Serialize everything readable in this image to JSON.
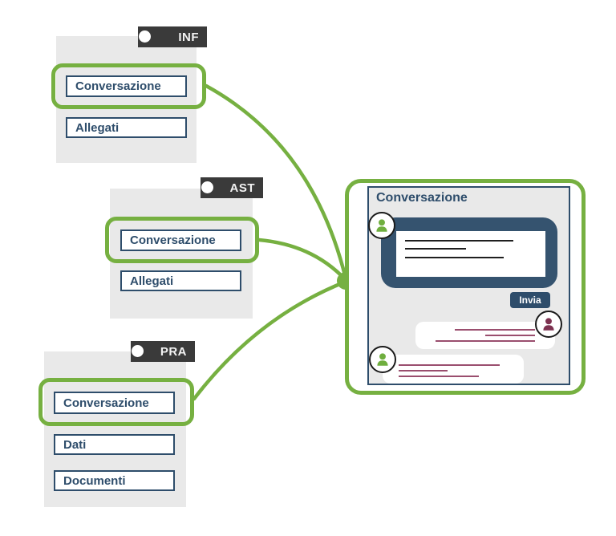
{
  "cards": [
    {
      "tag": "INF",
      "buttons": [
        "Conversazione",
        "Allegati"
      ],
      "highlighted_button": "Conversazione"
    },
    {
      "tag": "AST",
      "buttons": [
        "Conversazione",
        "Allegati"
      ],
      "highlighted_button": "Conversazione"
    },
    {
      "tag": "PRA",
      "buttons": [
        "Conversazione",
        "Dati",
        "Documenti"
      ],
      "highlighted_button": "Conversazione"
    }
  ],
  "chat": {
    "title": "Conversazione",
    "send_button": "Invia"
  },
  "icons": {
    "avatars": [
      "user-icon-green",
      "user-icon-maroon",
      "user-icon-green"
    ]
  },
  "colors": {
    "green": "#76b041",
    "navy": "#2e4d6b",
    "navy_fill": "#35536f",
    "tab": "#3a3a3a",
    "card_bg": "#e9e9e9",
    "maroon_line": "#9a4e6e",
    "maroon_avatar": "#7d3150",
    "green_avatar": "#6fae3e"
  }
}
